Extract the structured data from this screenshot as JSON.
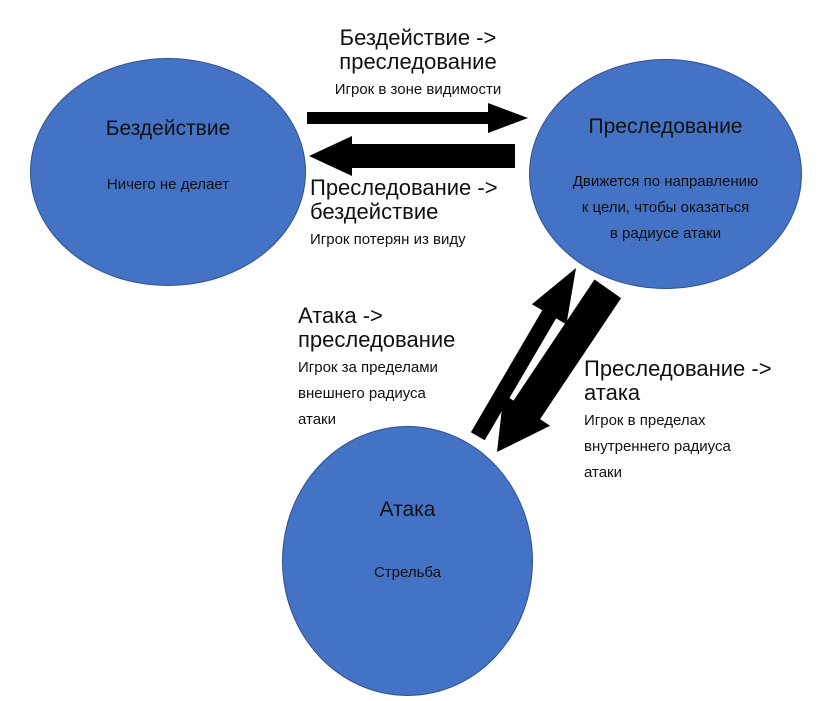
{
  "colors": {
    "node_fill": "#4472c4",
    "node_stroke": "#2f528f",
    "arrow": "#000000",
    "text": "#111111"
  },
  "nodes": {
    "idle": {
      "title": "Бездействие",
      "desc": "Ничего не делает"
    },
    "chase": {
      "title": "Преследование",
      "desc_lines": [
        "Движется по направлению",
        "к цели, чтобы оказаться",
        "в радиусе атаки"
      ]
    },
    "attack": {
      "title": "Атака",
      "desc": "Стрельба"
    }
  },
  "transitions": {
    "idle_to_chase": {
      "title_lines": [
        "Бездействие ->",
        "преследование"
      ],
      "condition_lines": [
        "Игрок в зоне видимости"
      ]
    },
    "chase_to_idle": {
      "title_lines": [
        "Преследование ->",
        "бездействие"
      ],
      "condition_lines": [
        "Игрок потерян из виду"
      ]
    },
    "attack_to_chase": {
      "title_lines": [
        "Атака ->",
        "преследование"
      ],
      "condition_lines": [
        "Игрок за пределами",
        "внешнего радиуса",
        "атаки"
      ]
    },
    "chase_to_attack": {
      "title_lines": [
        "Преследование ->",
        "атака"
      ],
      "condition_lines": [
        "Игрок в пределах",
        "внутреннего радиуса",
        "атаки"
      ]
    }
  }
}
